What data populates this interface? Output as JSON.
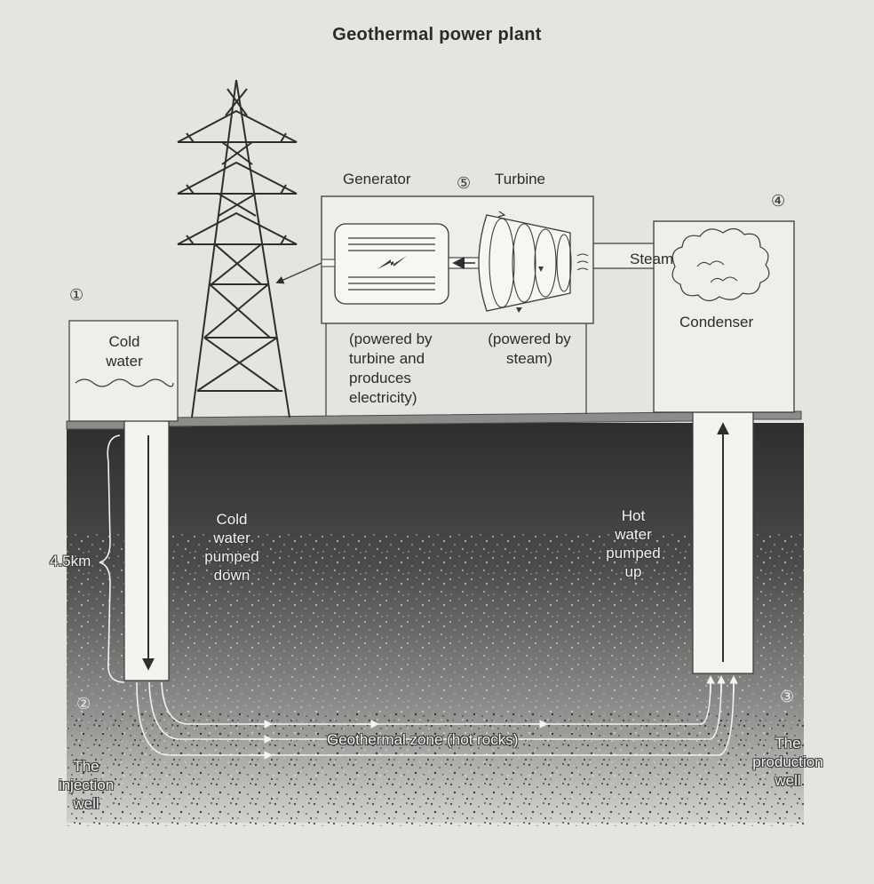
{
  "title": "Geothermal power plant",
  "steps": {
    "s1": "①",
    "s2": "②",
    "s3": "③",
    "s4": "④",
    "s5": "⑤"
  },
  "labels": {
    "generator": "Generator",
    "turbine": "Turbine",
    "steam": "Steam",
    "condenser": "Condenser",
    "cold_water": [
      "Cold",
      "water"
    ],
    "generator_note": [
      "(powered by",
      "turbine and",
      "produces",
      "electricity)"
    ],
    "turbine_note": [
      "(powered by",
      "steam)"
    ],
    "depth": "4.5km",
    "cold_pumped": [
      "Cold",
      "water",
      "pumped",
      "down"
    ],
    "hot_pumped": [
      "Hot",
      "water",
      "pumped",
      "up"
    ],
    "geothermal_zone": "Geothermal zone (hot rocks)",
    "injection_well": [
      "The",
      "injection",
      "well"
    ],
    "production_well": [
      "The",
      "production",
      "well"
    ]
  },
  "colors": {
    "background": "#e6e4df",
    "ground_top": "#303030",
    "ground_bottom": "#c9c9c6",
    "line": "#3a3a3a"
  }
}
